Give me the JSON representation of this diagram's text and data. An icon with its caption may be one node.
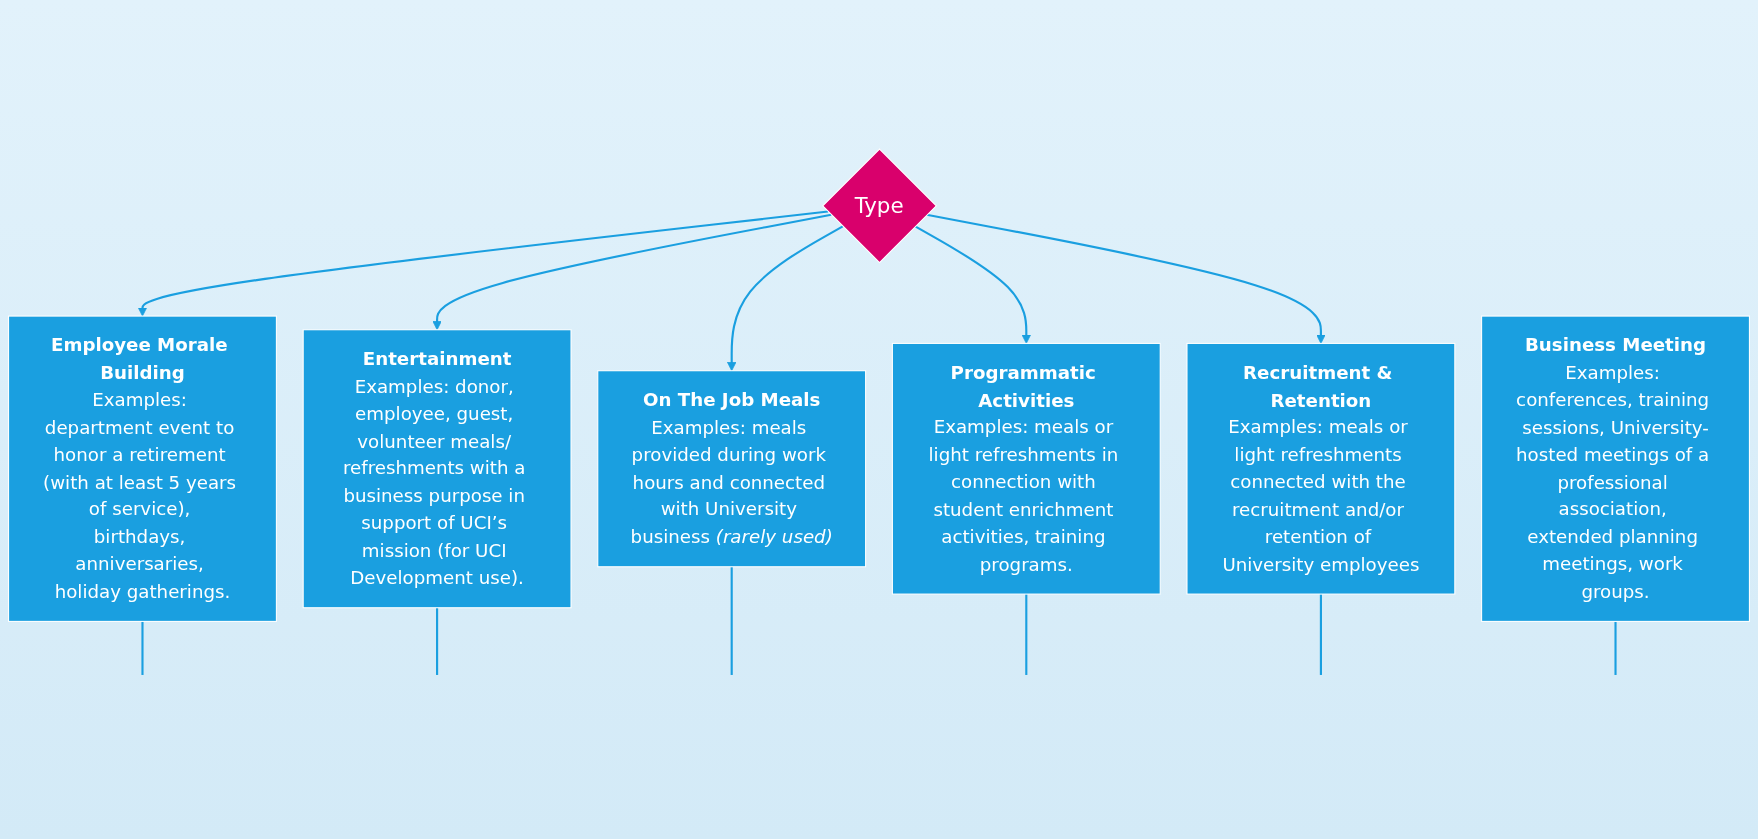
{
  "diagram": {
    "nodes": [
      {
        "text": [
          "Type"
        ]
      },
      {
        "text": [
          "Business Meeting",
          "Examples: conferences, training sessions, University-hosted meetings of a professional association, extended planning meetings, work groups."
        ]
      },
      {
        "text": [
          "Employee Morale Building",
          "Examples: department event to honor a retirement (with at least 5 years of service), birthdays, anniversaries, holiday gatherings."
        ]
      },
      {
        "text": [
          "Entertainment",
          "Examples: donor, employee, guest, volunteer meals/ refreshments with a business purpose in support of UCI’s mission (for UCI Development use)."
        ]
      },
      {
        "text": [
          "On The Job Meals",
          "Examples: meals provided during work hours and connected with University business *(rarely used)*"
        ]
      },
      {
        "text": [
          "Programmatic Activities",
          "Examples: meals or light refreshments in connection with student enrichment activities, training programs."
        ]
      },
      {
        "text": [
          "Recruitment & Retention",
          "Examples: meals or light refreshments connected with the recruitment and/or retention of University employees"
        ]
      }
    ],
    "edges": [
      {
        "from": 0,
        "to": 2,
        "arrow": "to"
      },
      {
        "from": 0,
        "to": 3,
        "arrow": "to"
      },
      {
        "from": 0,
        "to": 4,
        "arrow": "to"
      },
      {
        "from": 0,
        "to": 5,
        "arrow": "to"
      },
      {
        "from": 0,
        "to": 6,
        "arrow": "to"
      },
      {
        "from": 1,
        "to": null,
        "arrow": "none"
      },
      {
        "from": 2,
        "to": null,
        "arrow": "none"
      },
      {
        "from": 3,
        "to": null,
        "arrow": "none"
      },
      {
        "from": 4,
        "to": null,
        "arrow": "none"
      },
      {
        "from": 5,
        "to": null,
        "arrow": "none"
      },
      {
        "from": 6,
        "to": null,
        "arrow": "none"
      }
    ]
  }
}
